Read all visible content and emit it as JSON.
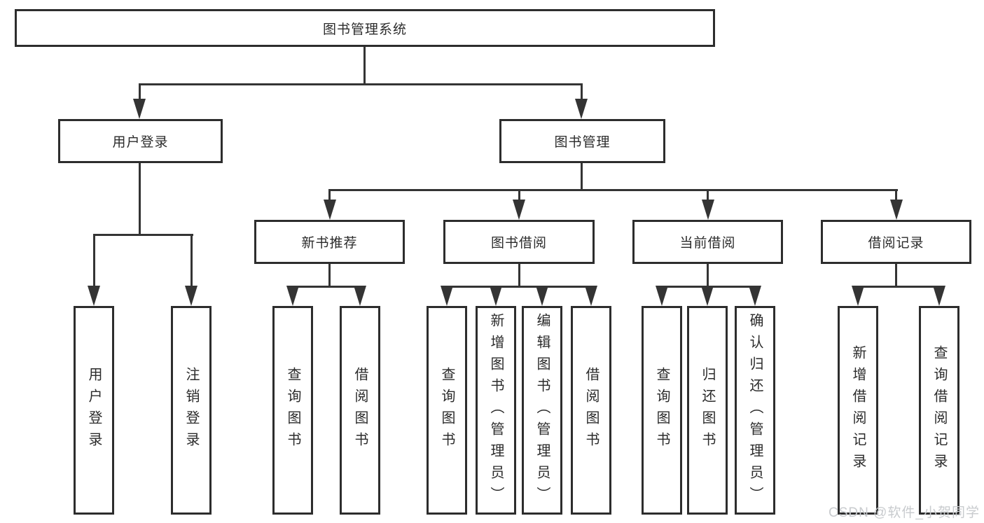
{
  "diagram": {
    "root": {
      "label": "图书管理系统"
    },
    "level2": [
      {
        "id": "user-login",
        "label": "用户登录",
        "parent": "图书管理系统"
      },
      {
        "id": "book-management",
        "label": "图书管理",
        "parent": "图书管理系统"
      }
    ],
    "level3": [
      {
        "id": "new-book-recommendation",
        "label": "新书推荐",
        "parent": "图书管理"
      },
      {
        "id": "book-borrowing",
        "label": "图书借阅",
        "parent": "图书管理"
      },
      {
        "id": "current-borrowing",
        "label": "当前借阅",
        "parent": "图书管理"
      },
      {
        "id": "borrowing-records",
        "label": "借阅记录",
        "parent": "图书管理"
      }
    ],
    "leaves": [
      {
        "label": "用户登录",
        "parent": "用户登录"
      },
      {
        "label": "注销登录",
        "parent": "用户登录"
      },
      {
        "label": "查询图书",
        "parent": "新书推荐"
      },
      {
        "label": "借阅图书",
        "parent": "新书推荐"
      },
      {
        "label": "查询图书",
        "parent": "图书借阅"
      },
      {
        "label": "新增图书（管理员）",
        "parent": "图书借阅"
      },
      {
        "label": "编辑图书（管理员）",
        "parent": "图书借阅"
      },
      {
        "label": "借阅图书",
        "parent": "图书借阅"
      },
      {
        "label": "查询图书",
        "parent": "当前借阅"
      },
      {
        "label": "归还图书",
        "parent": "当前借阅"
      },
      {
        "label": "确认归还（管理员）",
        "parent": "当前借阅"
      },
      {
        "label": "新增借阅记录",
        "parent": "借阅记录"
      },
      {
        "label": "查询借阅记录",
        "parent": "借阅记录"
      }
    ]
  },
  "watermark": {
    "text": "CSDN @软件_小贺同学"
  },
  "colors": {
    "line": "#343434",
    "border": "#2d2d2d",
    "fill": "#ffffff",
    "text": "#2b2b2b",
    "watermark": "#c8cbce",
    "background": "#ffffff"
  }
}
